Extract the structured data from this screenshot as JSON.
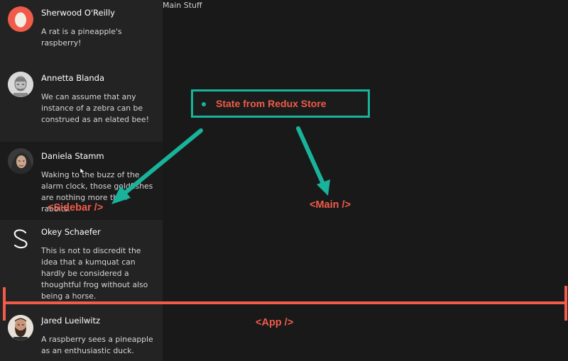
{
  "main": {
    "title": "Main Stuff"
  },
  "sidebar": {
    "contacts": [
      {
        "name": "Sherwood O'Reilly",
        "message": "A rat is a pineapple's raspberry!",
        "avatar": "egg-avatar"
      },
      {
        "name": "Annetta Blanda",
        "message": "We can assume that any instance of a zebra can be construed as an elated bee!",
        "avatar": "sketch-face-avatar"
      },
      {
        "name": "Daniela Stamm",
        "message": "Waking to the buzz of the alarm clock, those goldfishes are nothing more than rabbits.",
        "avatar": "portrait-avatar"
      },
      {
        "name": "Okey Schaefer",
        "message": "This is not to discredit the idea that a kumquat can hardly be considered a thoughtful frog without also being a horse.",
        "avatar": "s-glyph-avatar"
      },
      {
        "name": "Jared Lueilwitz",
        "message": "A raspberry sees a pineapple as an enthusiastic duck.",
        "avatar": "bearded-man-avatar"
      }
    ]
  },
  "annotations": {
    "state_label": "State from Redux Store",
    "sidebar_label": "<Sidebar />",
    "main_label": "<Main />",
    "app_label": "<App />"
  },
  "colors": {
    "accent_teal": "#19b39b",
    "accent_red": "#f15b49",
    "sidebar_bg": "#232323",
    "app_bg": "#191919"
  }
}
